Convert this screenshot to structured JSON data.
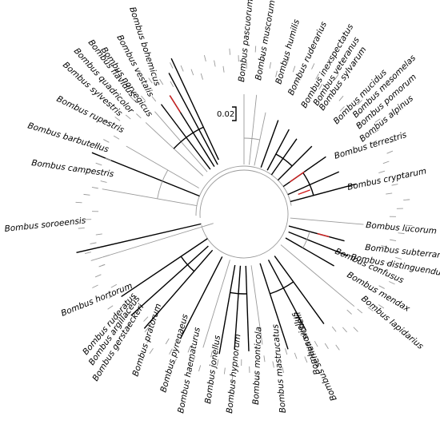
{
  "tree": {
    "scale_label": "0.02",
    "colors": {
      "main": "#000000",
      "minor": "#9a9a9a",
      "highlight": "#d22020"
    },
    "taxa": [
      {
        "id": "bohemicus",
        "label": "Bombus bohemicus"
      },
      {
        "id": "vestalis",
        "label": "Bombus vestalis"
      },
      {
        "id": "norvegicus",
        "label": "Bombus norvegicus"
      },
      {
        "id": "flavidus",
        "label": "Bombus flavidus"
      },
      {
        "id": "quadricolor",
        "label": "Bombus quadricolor"
      },
      {
        "id": "sylvestris",
        "label": "Bombus sylvestris"
      },
      {
        "id": "rupestris",
        "label": "Bombus rupestris"
      },
      {
        "id": "barbutellus",
        "label": "Bombus barbutellus"
      },
      {
        "id": "campestris",
        "label": "Bombus campestris"
      },
      {
        "id": "soroeensis",
        "label": "Bombus soroeensis"
      },
      {
        "id": "hortorum",
        "label": "Bombus hortorum"
      },
      {
        "id": "ruderatus",
        "label": "Bombus ruderatus"
      },
      {
        "id": "argillaceus",
        "label": "Bombus argillaceus"
      },
      {
        "id": "gerstaeckeri",
        "label": "Bombus gerstaeckeri"
      },
      {
        "id": "pratorum",
        "label": "Bombus pratorum"
      },
      {
        "id": "pyrenaeus",
        "label": "Bombus pyrenaeus"
      },
      {
        "id": "haematurus",
        "label": "Bombus haematurus"
      },
      {
        "id": "jonellus",
        "label": "Bombus jonellus"
      },
      {
        "id": "hypnorum",
        "label": "Bombus hypnorum"
      },
      {
        "id": "monticola",
        "label": "Bombus monticola"
      },
      {
        "id": "mastrucatus",
        "label": "Bombus mastrucatus"
      },
      {
        "id": "sichelii",
        "label": "Bombus sichelii"
      },
      {
        "id": "semenoviellus",
        "label": "Bombus semenoviellus"
      },
      {
        "id": "lapidarius",
        "label": "Bombus lapidarius"
      },
      {
        "id": "mendax",
        "label": "Bombus mendax"
      },
      {
        "id": "confusus",
        "label": "Bombus confusus"
      },
      {
        "id": "distinguendus",
        "label": "Bombus distinguendus"
      },
      {
        "id": "subterraneus",
        "label": "Bombus subterraneus"
      },
      {
        "id": "lucorum",
        "label": "Bombus lucorum"
      },
      {
        "id": "cryptarum",
        "label": "Bombus cryptarum"
      },
      {
        "id": "terrestris",
        "label": "Bombus terrestris"
      },
      {
        "id": "alpinus",
        "label": "Bombus alpinus"
      },
      {
        "id": "pomorum",
        "label": "Bombus pomorum"
      },
      {
        "id": "mesomelas",
        "label": "Bombus mesomelas"
      },
      {
        "id": "mucidus",
        "label": "Bombus mucidus"
      },
      {
        "id": "sylvarum",
        "label": "Bombus sylvarum"
      },
      {
        "id": "veteranus",
        "label": "Bombus veteranus"
      },
      {
        "id": "inexspectatus",
        "label": "Bombus inexspectatus"
      },
      {
        "id": "ruderarius",
        "label": "Bombus ruderarius"
      },
      {
        "id": "humilis",
        "label": "Bombus humilis"
      },
      {
        "id": "muscorum",
        "label": "Bombus muscorum"
      },
      {
        "id": "pascuorum",
        "label": "Bombus pascuorum"
      }
    ]
  }
}
